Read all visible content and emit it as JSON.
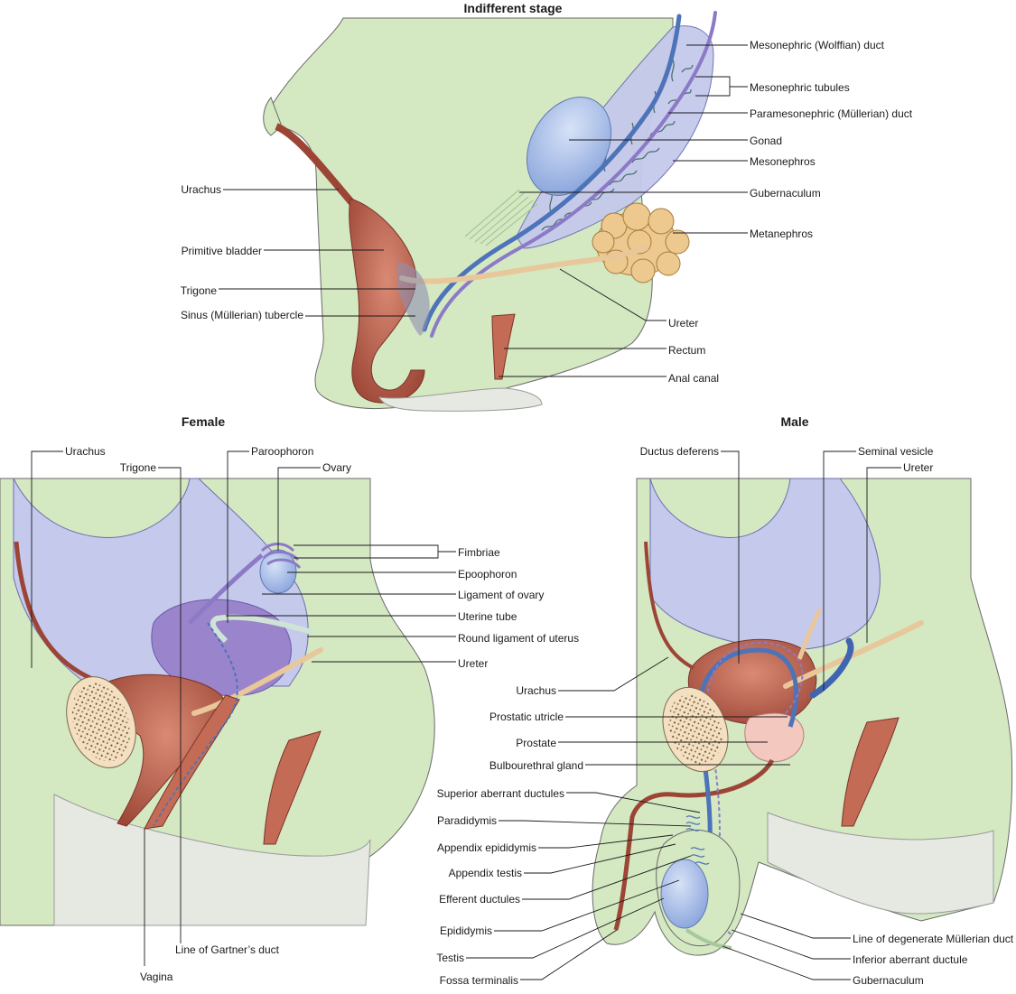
{
  "panels": {
    "indifferent": {
      "title": "Indifferent stage",
      "labels": {
        "mesonephric_duct": "Mesonephric (Wolffian) duct",
        "mesonephric_tubules": "Mesonephric tubules",
        "paramesonephric_duct": "Paramesonephric (Müllerian) duct",
        "gonad": "Gonad",
        "mesonephros": "Mesonephros",
        "gubernaculum": "Gubernaculum",
        "metanephros": "Metanephros",
        "urachus": "Urachus",
        "primitive_bladder": "Primitive bladder",
        "trigone": "Trigone",
        "sinus_tubercle": "Sinus (Müllerian) tubercle",
        "ureter": "Ureter",
        "rectum": "Rectum",
        "anal_canal": "Anal canal"
      }
    },
    "female": {
      "title": "Female",
      "labels": {
        "urachus": "Urachus",
        "trigone": "Trigone",
        "paroophoron": "Paroophoron",
        "ovary": "Ovary",
        "fimbriae": "Fimbriae",
        "epoophoron": "Epoophoron",
        "ligament_of_ovary": "Ligament of ovary",
        "uterine_tube": "Uterine tube",
        "round_ligament": "Round ligament of uterus",
        "ureter": "Ureter",
        "line_gartner": "Line of Gartner’s duct",
        "vagina": "Vagina"
      }
    },
    "male": {
      "title": "Male",
      "labels": {
        "ductus_deferens": "Ductus deferens",
        "seminal_vesicle": "Seminal vesicle",
        "ureter": "Ureter",
        "urachus": "Urachus",
        "prostatic_utricle": "Prostatic utricle",
        "prostate": "Prostate",
        "bulbourethral_gland": "Bulbourethral gland",
        "superior_aberrant": "Superior aberrant ductules",
        "paradidymis": "Paradidymis",
        "appendix_epididymis": "Appendix epididymis",
        "appendix_testis": "Appendix testis",
        "efferent_ductules": "Efferent ductules",
        "epididymis": "Epididymis",
        "testis": "Testis",
        "fossa_terminalis": "Fossa terminalis",
        "line_degenerate": "Line of degenerate Müllerian duct",
        "inferior_aberrant": "Inferior aberrant ductule",
        "gubernaculum": "Gubernaculum"
      }
    }
  },
  "colors": {
    "mesoderm_green": "#d4e8c2",
    "peritoneum_blue": "#c5c9ec",
    "bladder_red": "#b55a48",
    "duct_blue": "#4d73b8",
    "mullerian_purple": "#8c7ac6",
    "ureter_tan": "#e8c79a",
    "gonad_blue": "#9fb8e6",
    "skin_grey": "#e6e9e2",
    "prostate_pink": "#f2c8bf"
  }
}
